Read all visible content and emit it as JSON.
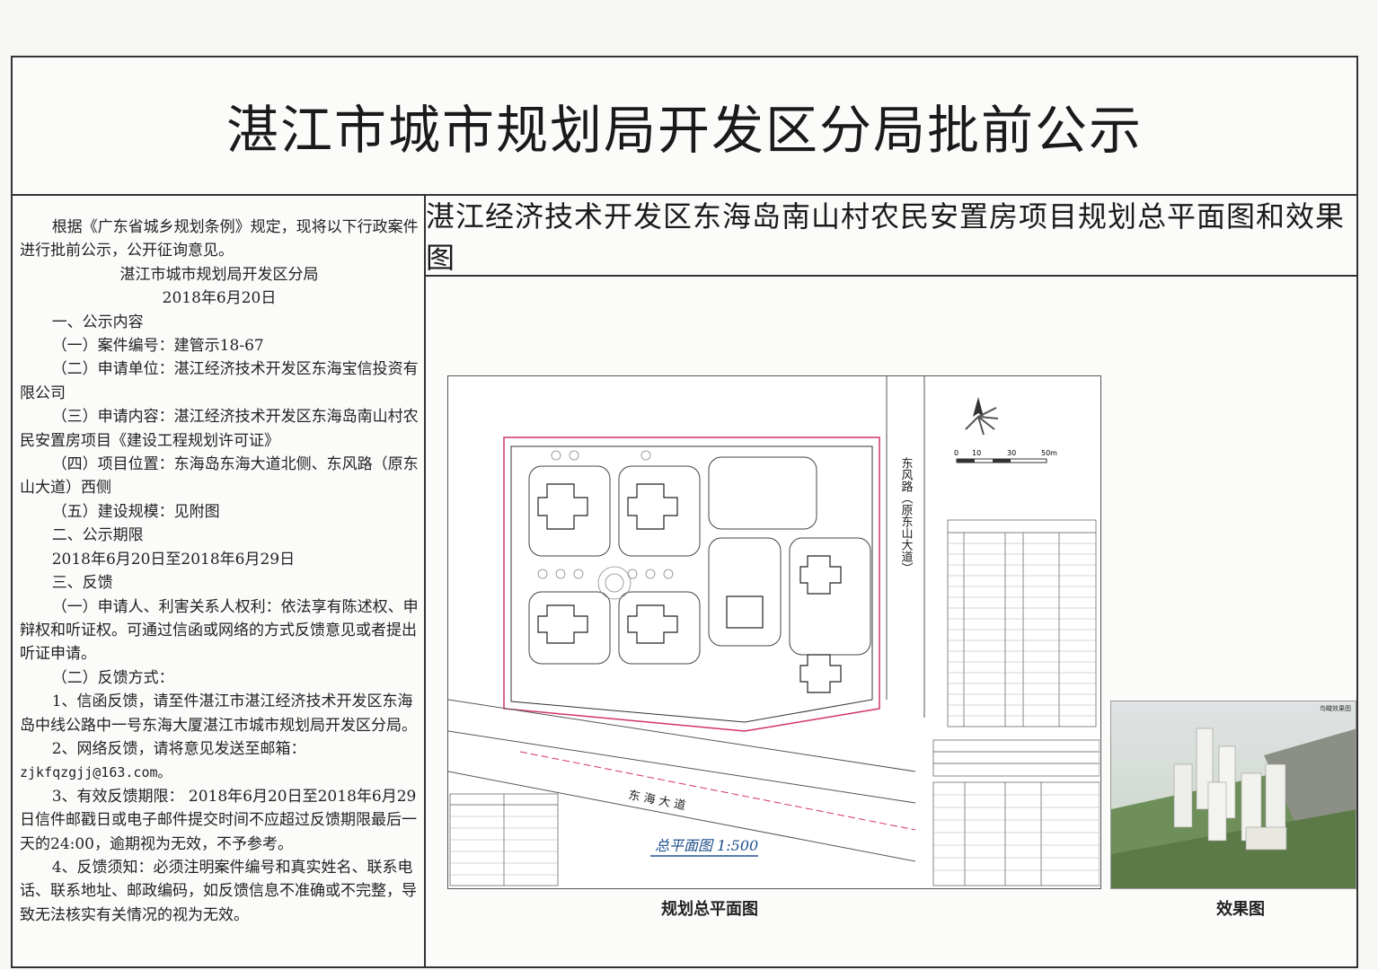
{
  "title": "湛江市城市规划局开发区分局批前公示",
  "notice": {
    "intro": "根据《广东省城乡规划条例》规定，现将以下行政案件进行批前公示，公开征询意见。",
    "issuer": "湛江市城市规划局开发区分局",
    "date": "2018年6月20日",
    "sec1": "一、公示内容",
    "item1": "（一）案件编号：建管示18-67",
    "item2": "（二）申请单位：湛江经济技术开发区东海宝信投资有限公司",
    "item3": "（三）申请内容：湛江经济技术开发区东海岛南山村农民安置房项目《建设工程规划许可证》",
    "item4": "（四）项目位置：东海岛东海大道北侧、东风路（原东山大道）西侧",
    "item5": "（五）建设规模：见附图",
    "sec2": "二、公示期限",
    "period": "2018年6月20日至2018年6月29日",
    "sec3": "三、反馈",
    "fb1": "（一）申请人、利害关系人权利：依法享有陈述权、申辩权和听证权。可通过信函或网络的方式反馈意见或者提出听证申请。",
    "fb2": "（二）反馈方式：",
    "fb2_1": "1、信函反馈，请至件湛江市湛江经济技术开发区东海岛中线公路中一号东海大厦湛江市城市规划局开发区分局。",
    "fb2_2": "2、网络反馈，请将意见发送至邮箱：",
    "email": "zjkfqzgjj@163.com。",
    "fb3": "3、有效反馈期限： 2018年6月20日至2018年6月29日信件邮戳日或电子邮件提交时间不应超过反馈期限最后一天的24:00，逾期视为无效，不予参考。",
    "fb4": "4、反馈须知：必须注明案件编号和真实姓名、联系电话、联系地址、邮政编码，如反馈信息不准确或不完整，导致无法核实有关情况的视为无效。"
  },
  "project": {
    "title": "湛江经济技术开发区东海岛南山村农民安置房项目规划总平面图和效果图",
    "plan_caption": "规划总平面图",
    "render_caption": "效果图",
    "plan_title": "总平面图 1:500",
    "road_east": "东风路（原东山大道）",
    "road_south": "东 海 大 道",
    "scale_labels": [
      "0",
      "10",
      "30",
      "50m"
    ],
    "render_label": "鸟瞰效果图"
  }
}
